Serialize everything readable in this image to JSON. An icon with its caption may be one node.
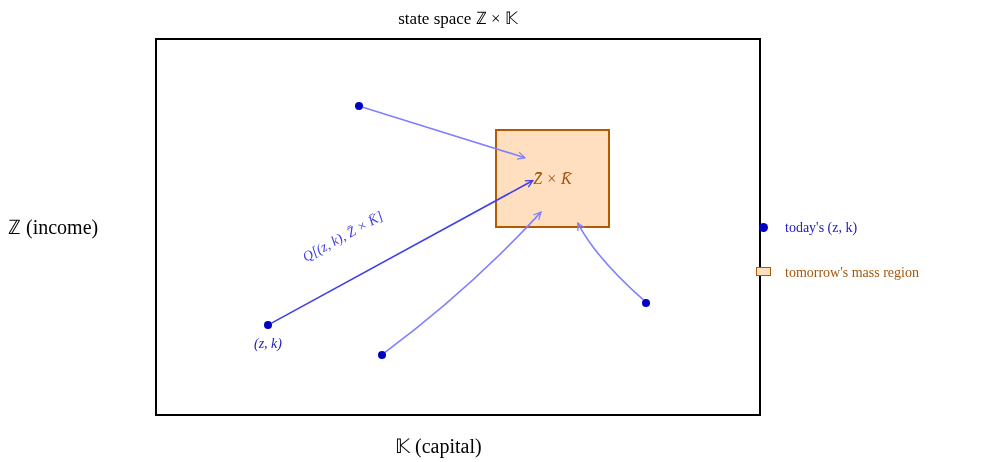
{
  "diagram": {
    "nodes": [
      {
        "text": [
          "state space ℤ × 𝕂"
        ]
      },
      {
        "text": [
          "Z̄ × K̄"
        ],
        "in": 0
      },
      {
        "text": [],
        "shape": "circle",
        "in": 0
      },
      {
        "text": [],
        "shape": "circle",
        "in": 0,
        "beside": [
          "(z, k)"
        ]
      },
      {
        "text": [],
        "shape": "circle",
        "in": 0
      },
      {
        "text": [],
        "shape": "circle",
        "in": 0
      }
    ],
    "edges": [
      {
        "from": 2,
        "to": 1,
        "arrow": "to"
      },
      {
        "from": 3,
        "to": 1,
        "arrow": "to",
        "label": "Q[(z, k), Z̄ × K̄]",
        "color": "#4040e8"
      },
      {
        "from": 4,
        "to": 1,
        "arrow": "to"
      },
      {
        "from": 5,
        "to": 1,
        "arrow": "to"
      }
    ],
    "labels": [
      "ℤ (income)",
      "𝕂 (capital)"
    ],
    "legend": [
      {
        "text": "today's (z, k)"
      },
      {
        "text": "tomorrow's mass region",
        "color": "#ffdfbf"
      }
    ]
  }
}
